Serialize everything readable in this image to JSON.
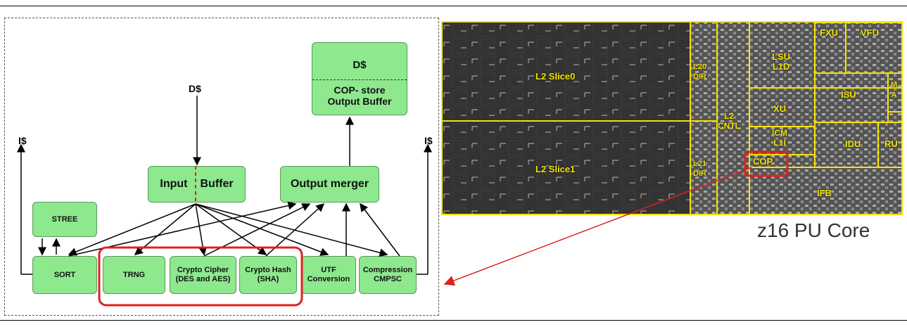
{
  "diagram": {
    "top_box": {
      "line1": "D$",
      "line2": "COP- store\nOutput Buffer"
    },
    "labels": {
      "dcache": "D$",
      "icache_left": "I$",
      "icache_right": "I$"
    },
    "input_buffer": {
      "left": "Input",
      "right": "Buffer"
    },
    "output_merger": "Output merger",
    "stree": "STREE",
    "units": [
      "SORT",
      "TRNG",
      "Crypto Cipher\n(DES and AES)",
      "Crypto Hash\n(SHA)",
      "UTF\nConversion",
      "Compression\nCMPSC"
    ]
  },
  "die": {
    "regions": {
      "l2_slice0": "L2 Slice0",
      "l2_slice1": "L2 Slice1",
      "l20_dir": "L20\nDIR",
      "l21_dir": "L21\nDIR",
      "l2_cntl": "L2\nCNTL",
      "lsu": "LSU\nL1D",
      "fxu": "FXU",
      "vfu": "VFU",
      "ma": "M\nA",
      "xu": "XU",
      "isu": "ISU",
      "icm": "ICM\nL1I",
      "idu": "IDU",
      "ru": "RU",
      "cop": "COP",
      "ifb": "IFB"
    },
    "caption": "z16 PU Core"
  },
  "colors": {
    "box_fill": "#8ee88e",
    "highlight": "#e02020",
    "die_border": "#f5e400"
  }
}
